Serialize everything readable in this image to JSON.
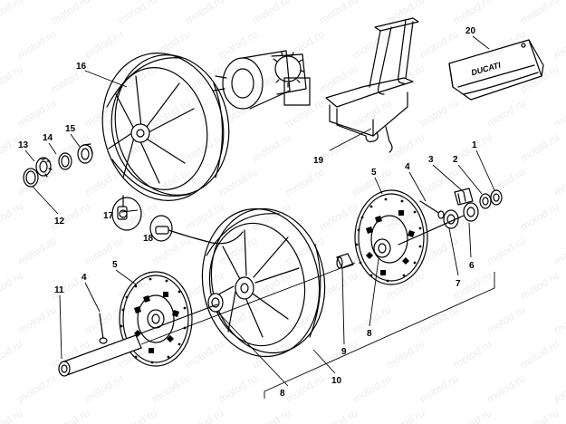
{
  "watermark": "motod.ru",
  "callouts": [
    {
      "id": "c1",
      "text": "1"
    },
    {
      "id": "c2",
      "text": "2"
    },
    {
      "id": "c3",
      "text": "3"
    },
    {
      "id": "c4a",
      "text": "4"
    },
    {
      "id": "c4b",
      "text": "4"
    },
    {
      "id": "c5a",
      "text": "5"
    },
    {
      "id": "c5b",
      "text": "5"
    },
    {
      "id": "c6",
      "text": "6"
    },
    {
      "id": "c7",
      "text": "7"
    },
    {
      "id": "c8a",
      "text": "8"
    },
    {
      "id": "c8b",
      "text": "8"
    },
    {
      "id": "c9",
      "text": "9"
    },
    {
      "id": "c10",
      "text": "10"
    },
    {
      "id": "c11",
      "text": "11"
    },
    {
      "id": "c12",
      "text": "12"
    },
    {
      "id": "c13",
      "text": "13"
    },
    {
      "id": "c14",
      "text": "14"
    },
    {
      "id": "c15",
      "text": "15"
    },
    {
      "id": "c16",
      "text": "16"
    },
    {
      "id": "c17",
      "text": "17"
    },
    {
      "id": "c18",
      "text": "18"
    },
    {
      "id": "c19",
      "text": "19"
    },
    {
      "id": "c20",
      "text": "20"
    }
  ],
  "pouch_logo": "DUCATI"
}
